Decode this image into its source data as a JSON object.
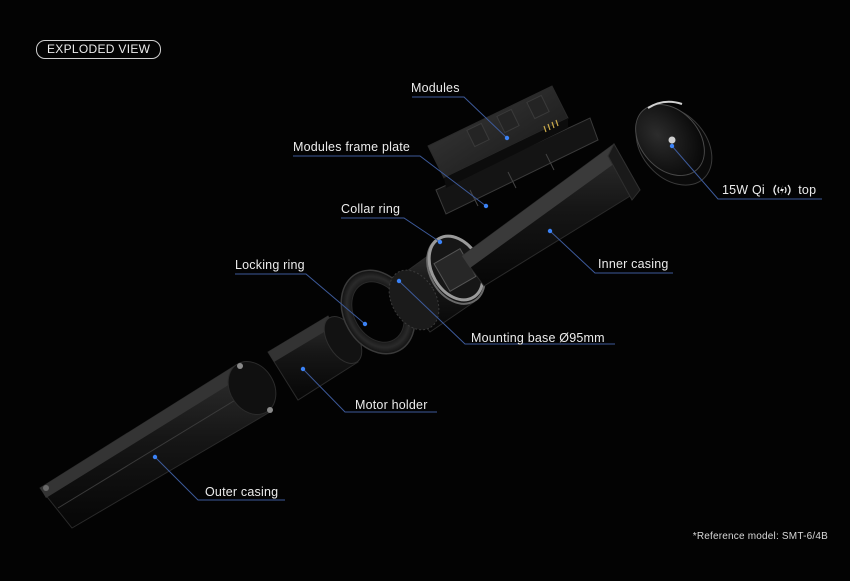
{
  "badge": "EXPLODED VIEW",
  "labels": {
    "modules": "Modules",
    "modules_frame_plate": "Modules frame plate",
    "collar_ring": "Collar ring",
    "locking_ring": "Locking ring",
    "inner_casing": "Inner casing",
    "mounting_base": "Mounting base Ø95mm",
    "motor_holder": "Motor holder",
    "outer_casing": "Outer casing",
    "qi_top_prefix": "15W Qi",
    "qi_top_suffix": "top"
  },
  "qi_icon": "wireless-charging-icon",
  "footnote": "*Reference model: SMT-6/4B",
  "colors": {
    "background": "#030303",
    "leader_line": "#3d5a9a",
    "dot": "#3b82f6",
    "part_body": "#1a1a1a"
  }
}
